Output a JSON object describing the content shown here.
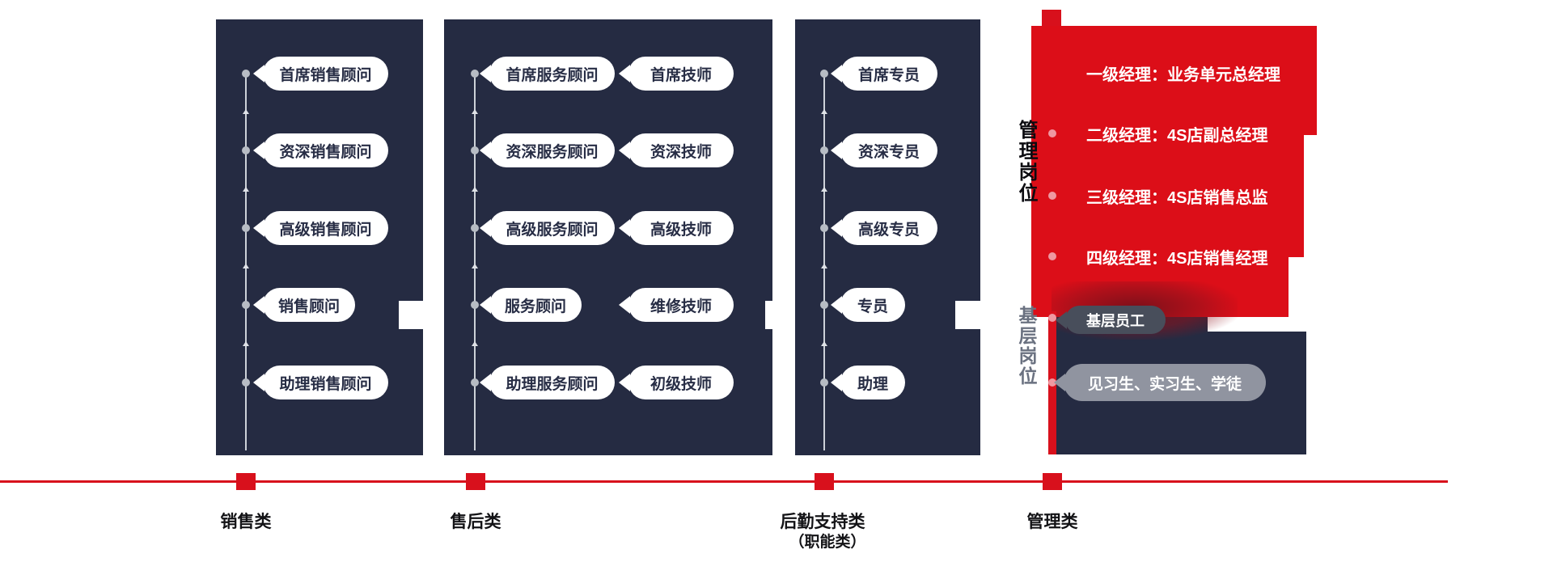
{
  "colors": {
    "panel_navy": "#252b42",
    "red": "#dc0e18",
    "timeline_red": "#d8101c",
    "pill_white": "#ffffff",
    "pill_text_navy": "#272d45",
    "basement_pill_dark": "#484e5b",
    "basement_pill_gray": "#9094a0",
    "pink_dot": "#ef98a1",
    "gray_dot": "#b7bcc4",
    "basement_label_gray": "#6a7180"
  },
  "tracks": {
    "sales": {
      "label": "销售类",
      "levels": [
        "首席销售顾问",
        "资深销售顾问",
        "高级销售顾问",
        "销售顾问",
        "助理销售顾问"
      ]
    },
    "aftersales": {
      "label": "售后类",
      "consultants": [
        "首席服务顾问",
        "资深服务顾问",
        "高级服务顾问",
        "服务顾问",
        "助理服务顾问"
      ],
      "technicians": [
        "首席技师",
        "资深技师",
        "高级技师",
        "维修技师",
        "初级技师"
      ]
    },
    "support": {
      "label": "后勤支持类",
      "label2": "（职能类）",
      "levels": [
        "首席专员",
        "资深专员",
        "高级专员",
        "专员",
        "助理"
      ]
    },
    "management": {
      "label": "管理类",
      "upper_label": "管理岗位",
      "levels": [
        "一级经理：业务单元总经理",
        "二级经理：4S店副总经理",
        "三级经理：4S店销售总监",
        "四级经理：4S店销售经理"
      ],
      "basement_label": "基层岗位",
      "basement_levels": [
        "基层员工",
        "见习生、实习生、学徒"
      ]
    }
  }
}
